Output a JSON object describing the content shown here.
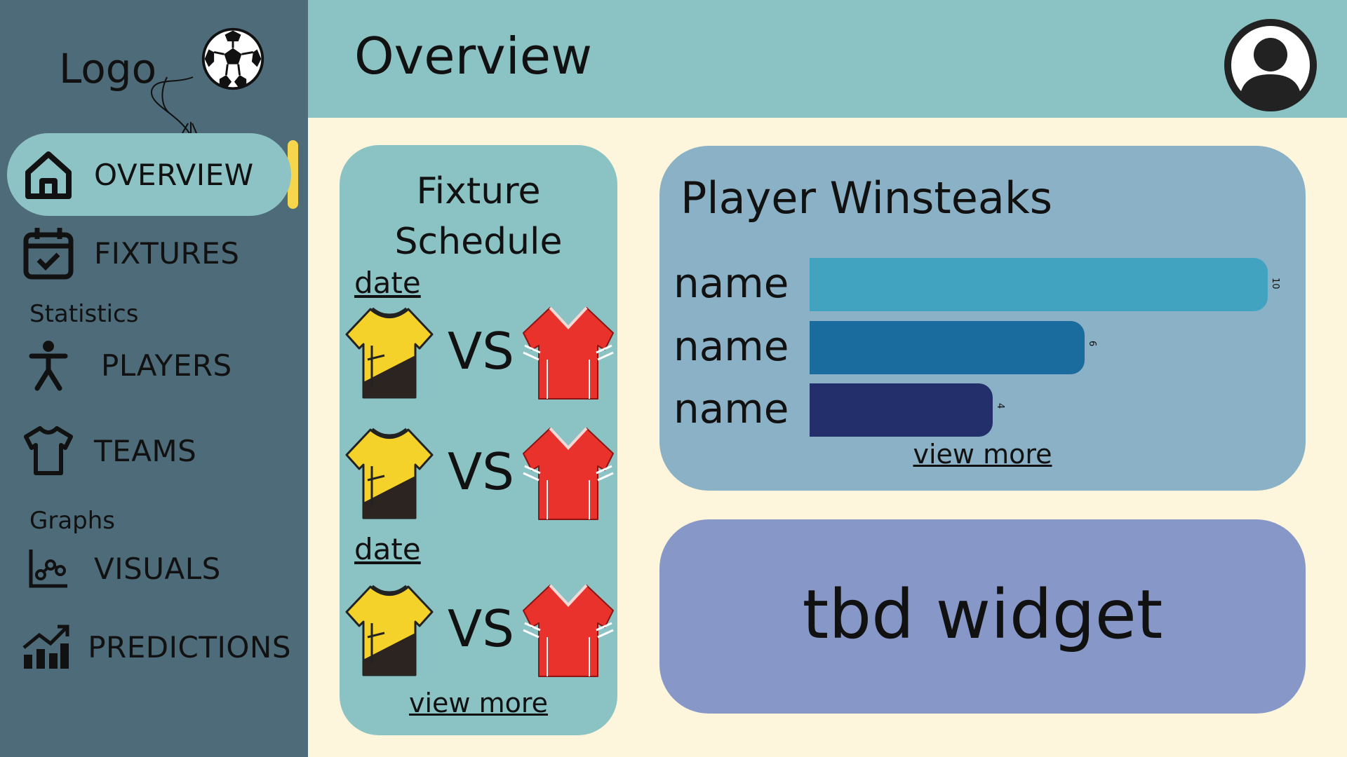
{
  "sidebar": {
    "logo_text": "Logo",
    "items": [
      {
        "label": "OVERVIEW",
        "icon": "home-icon"
      },
      {
        "label": "FIXTURES",
        "icon": "calendar-check-icon"
      },
      {
        "label": "PLAYERS",
        "icon": "person-icon"
      },
      {
        "label": "TEAMS",
        "icon": "shirt-icon"
      },
      {
        "label": "VISUALS",
        "icon": "graph-icon"
      },
      {
        "label": "PREDICTIONS",
        "icon": "trend-chart-icon"
      }
    ],
    "sections": [
      "Statistics",
      "Graphs"
    ]
  },
  "header": {
    "title": "Overview",
    "avatar_icon": "user-avatar-icon"
  },
  "fixtures": {
    "title_line1": "Fixture",
    "title_line2": "Schedule",
    "dates": [
      "date",
      "date"
    ],
    "vs": "VS",
    "view_more": "view more"
  },
  "winstreaks": {
    "title": "Player Winsteaks",
    "view_more": "view more"
  },
  "chart_data": {
    "type": "bar",
    "orientation": "horizontal",
    "title": "Player Winsteaks",
    "categories": [
      "name",
      "name",
      "name"
    ],
    "values": [
      10,
      6,
      4
    ],
    "value_labels": [
      "10",
      "6",
      "4"
    ],
    "colors": [
      "#41a3bf",
      "#1a6b9e",
      "#222f6b"
    ],
    "xlim": [
      0,
      10
    ]
  },
  "tbd": {
    "text": "tbd widget"
  },
  "colors": {
    "sidebar": "#4e6b79",
    "header": "#8bc3c4",
    "background": "#fdf6dc",
    "active_indicator": "#f5d64c",
    "card_fixture": "#8bc3c4",
    "card_streak": "#8ab1c5",
    "card_tbd": "#8798c8"
  }
}
